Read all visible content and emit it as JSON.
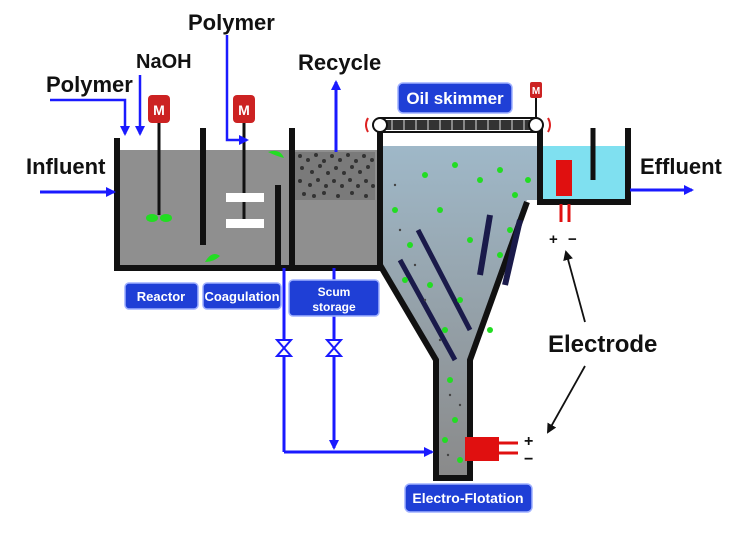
{
  "labels": {
    "influent": "Influent",
    "effluent": "Effluent",
    "polymer_top": "Polymer",
    "polymer_left": "Polymer",
    "naoh": "NaOH",
    "recycle": "Recycle",
    "electrode": "Electrode"
  },
  "tags": {
    "oil_skimmer": "Oil skimmer",
    "reactor": "Reactor",
    "coagulation": "Coagulation",
    "scum_storage_line1": "Scum",
    "scum_storage_line2": "storage",
    "electro_flotation": "Electro-Flotation"
  },
  "motor_symbol": "M",
  "electrode_upper": {
    "plus": "+",
    "minus": "−"
  },
  "electrode_lower": {
    "plus": "+",
    "minus": "−"
  },
  "colors": {
    "arrow_blue": "#1a1aff",
    "tag_blue": "#1f3fd6",
    "tank_fill": "#8f8f8f",
    "wall": "#111111",
    "water": "#7fe0f0",
    "electrode_red": "#e01010",
    "bubble_green": "#22dd22",
    "motor_red": "#cc2222"
  }
}
